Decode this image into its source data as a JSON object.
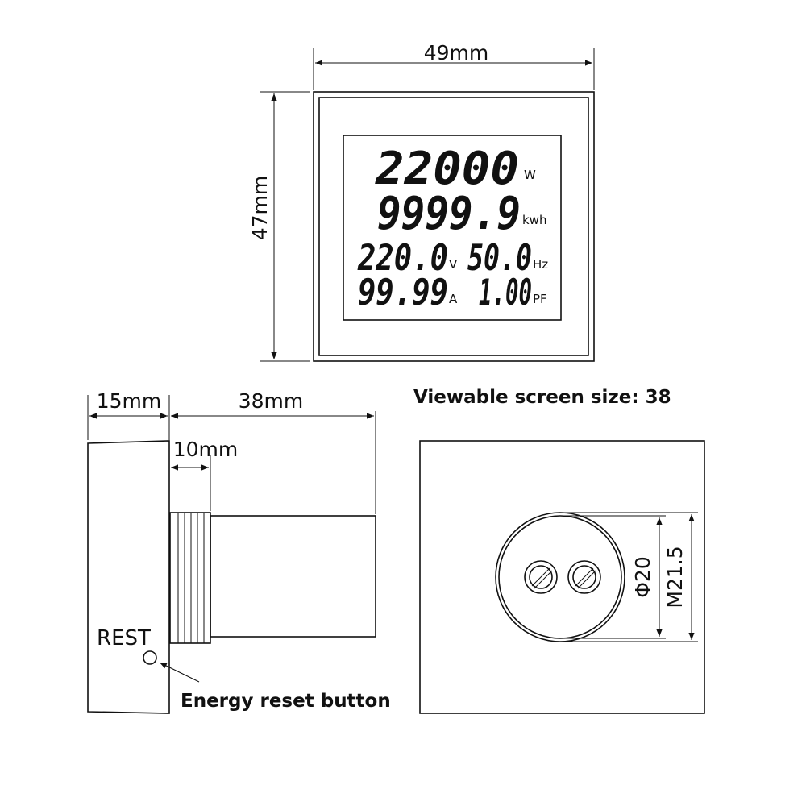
{
  "front_view": {
    "width_label": "49mm",
    "height_label": "47mm",
    "display": {
      "power_value": "22000",
      "power_unit": "W",
      "energy_value": "9999.9",
      "energy_unit": "kwh",
      "voltage_value": "220.0",
      "voltage_unit": "V",
      "frequency_value": "50.0",
      "frequency_unit": "Hz",
      "current_value": "99.99",
      "current_unit": "A",
      "pf_value": "1.00",
      "pf_unit": "PF"
    }
  },
  "side_view": {
    "depth_front_label": "15mm",
    "depth_body_label": "38mm",
    "thread_label": "10mm",
    "reset_label": "REST",
    "reset_note": "Energy reset button"
  },
  "rear_view": {
    "screen_note": "Viewable screen size: 38",
    "inner_diameter_label": "Φ20",
    "thread_diameter_label": "M21.5"
  }
}
